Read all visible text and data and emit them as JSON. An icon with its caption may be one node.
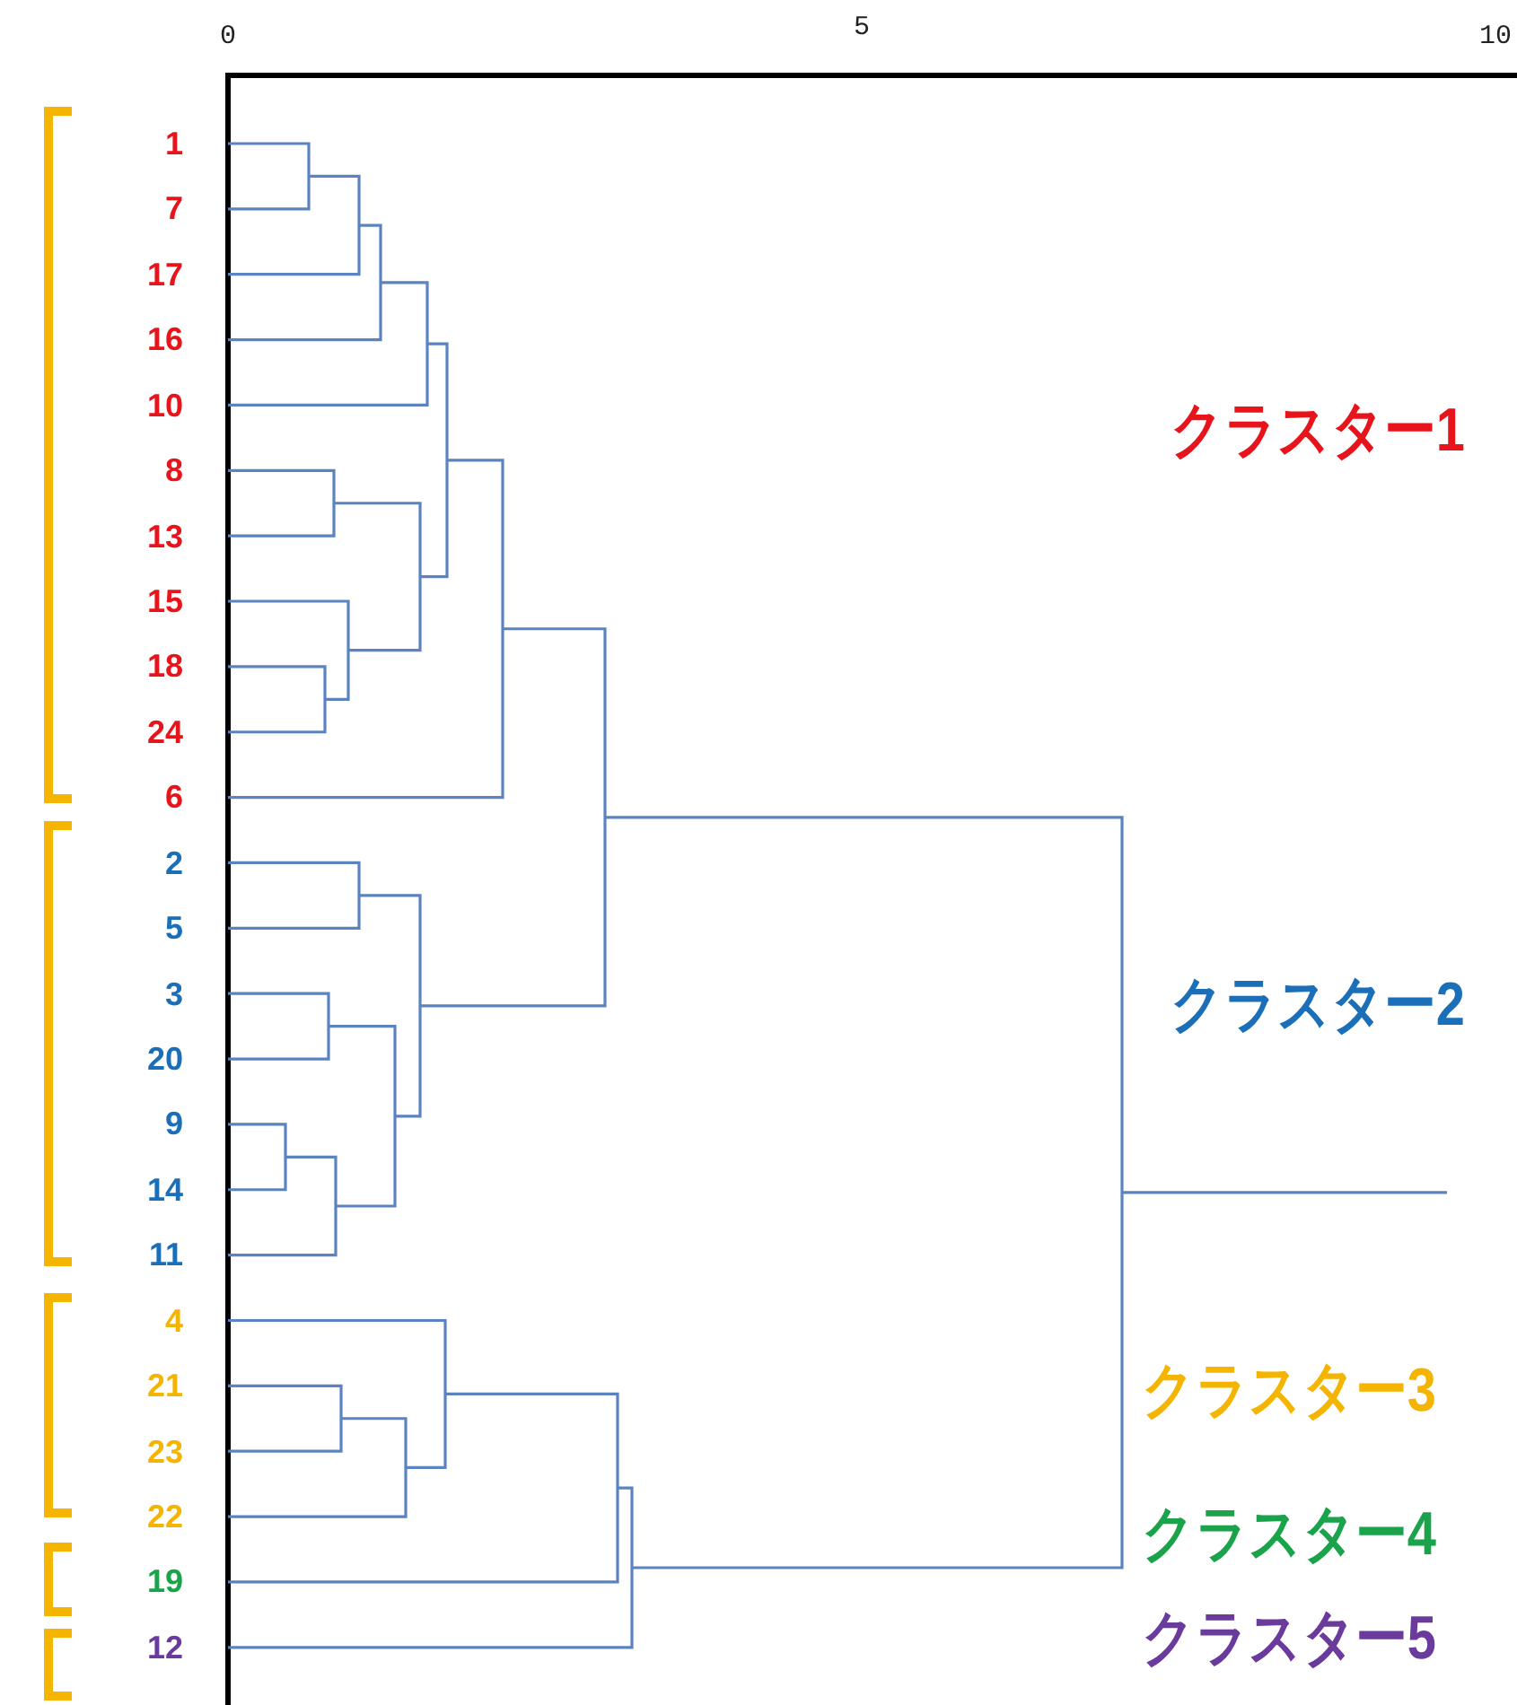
{
  "diagram": {
    "labels": [
      "0",
      "5",
      "10",
      "1",
      "7",
      "17",
      "16",
      "10",
      "8",
      "13",
      "15",
      "18",
      "24",
      "6",
      "2",
      "5",
      "3",
      "20",
      "9",
      "14",
      "11",
      "4",
      "21",
      "23",
      "22",
      "19",
      "12",
      "クラスター1",
      "クラスター2",
      "クラスター3",
      "クラスター4",
      "クラスター5"
    ]
  }
}
